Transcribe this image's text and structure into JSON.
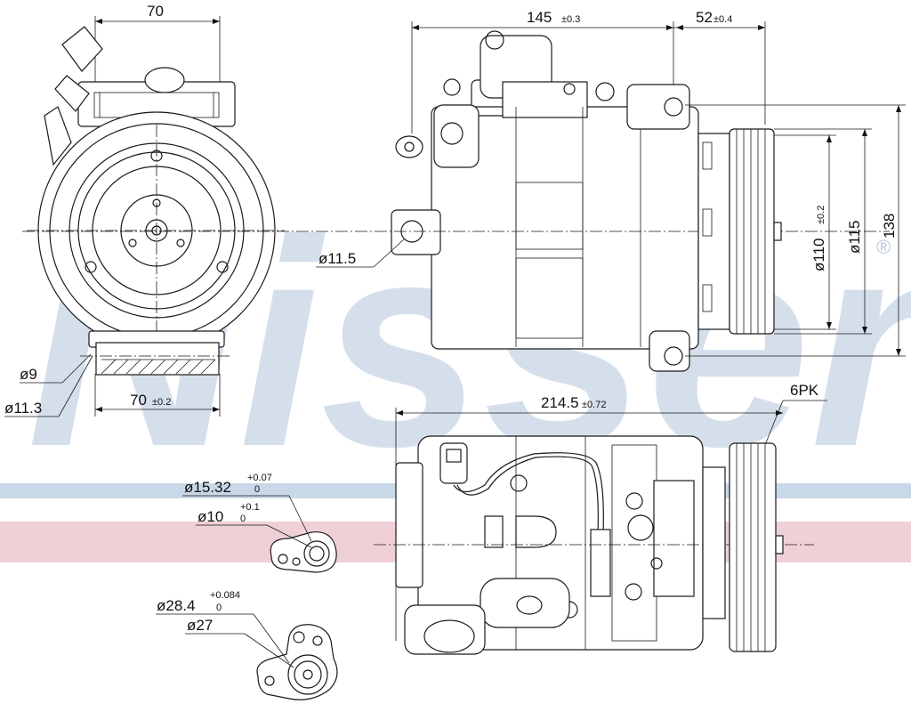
{
  "watermark": {
    "text": "Nissens",
    "mark": "®",
    "color": "#c7d5e6"
  },
  "stripes": {
    "blue": "#c9d8e8",
    "red": "#efd0d6"
  },
  "front_view": {
    "top_width": "70",
    "bottom_width": "70",
    "bottom_width_tol": "±0.2",
    "hole_small": "ø9",
    "hole_large": "ø11.3"
  },
  "side_view": {
    "length_a": "145",
    "length_a_tol": "±0.3",
    "length_b": "52",
    "length_b_tol": "±0.4",
    "mount_hole": "ø11.5",
    "pulley_diameter": "ø110",
    "pulley_diameter_tol": "±0.2",
    "body_diameter": "ø115",
    "height": "138"
  },
  "bottom_view": {
    "overall_length": "214.5",
    "overall_length_tol": "±0.72",
    "belt_profile": "6PK"
  },
  "port_small": {
    "outer": "ø15.32",
    "outer_tol_upper": "+0.07",
    "outer_tol_lower": "0",
    "inner": "ø10",
    "inner_tol_upper": "+0.1",
    "inner_tol_lower": "0"
  },
  "port_large": {
    "outer": "ø28.4",
    "outer_tol_upper": "+0.084",
    "outer_tol_lower": "0",
    "inner": "ø27"
  }
}
